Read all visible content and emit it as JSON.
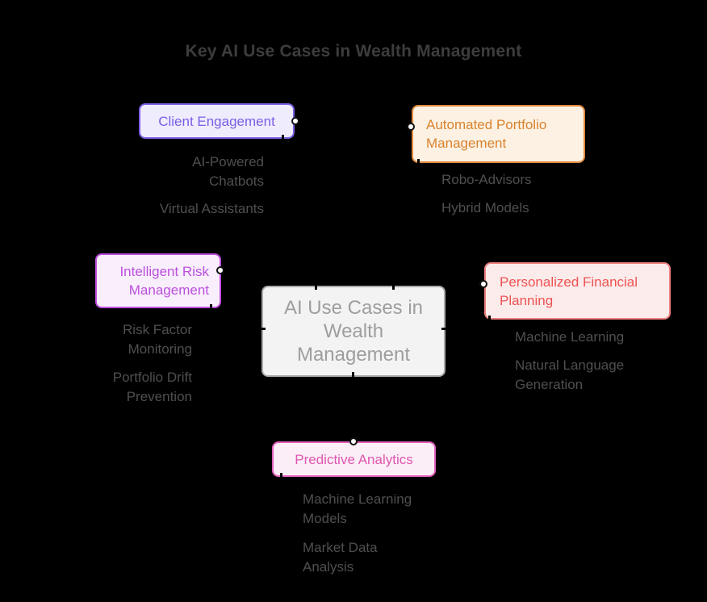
{
  "title": "Key AI Use Cases in Wealth Management",
  "center": {
    "label": "AI Use Cases in Wealth Management",
    "bg": "#f3f3f3",
    "border": "#a9a9a9",
    "text_color": "#9e9e9e"
  },
  "branches": [
    {
      "label": "Client Engagement",
      "bg": "#efecfd",
      "border": "#7c5fe4",
      "text_color": "#7c5ee4",
      "children": [
        "AI-Powered Chatbots",
        "Virtual Assistants"
      ]
    },
    {
      "label": "Automated Portfolio Management",
      "bg": "#fcf1e3",
      "border": "#e0883a",
      "text_color": "#d9822e",
      "children": [
        "Robo-Advisors",
        "Hybrid Models"
      ]
    },
    {
      "label": "Intelligent Risk Management",
      "bg": "#f9eefc",
      "border": "#c050e0",
      "text_color": "#bb4fdd",
      "children": [
        "Risk Factor Monitoring",
        "Portfolio Drift Prevention"
      ]
    },
    {
      "label": "Personalized Financial Planning",
      "bg": "#fcebeb",
      "border": "#f07f7f",
      "text_color": "#ee5252",
      "children": [
        "Machine Learning",
        "Natural Language Generation"
      ]
    },
    {
      "label": "Predictive Analytics",
      "bg": "#fceef7",
      "border": "#e160ba",
      "text_color": "#df57b0",
      "children": [
        "Machine Learning Models",
        "Market Data Analysis"
      ]
    }
  ],
  "colors": {
    "background": "#000000",
    "title_text": "#3d3d3d",
    "child_text": "#4f4f4f",
    "connector_dot_fill": "#ffffff",
    "connector_dot_stroke": "#111111"
  }
}
